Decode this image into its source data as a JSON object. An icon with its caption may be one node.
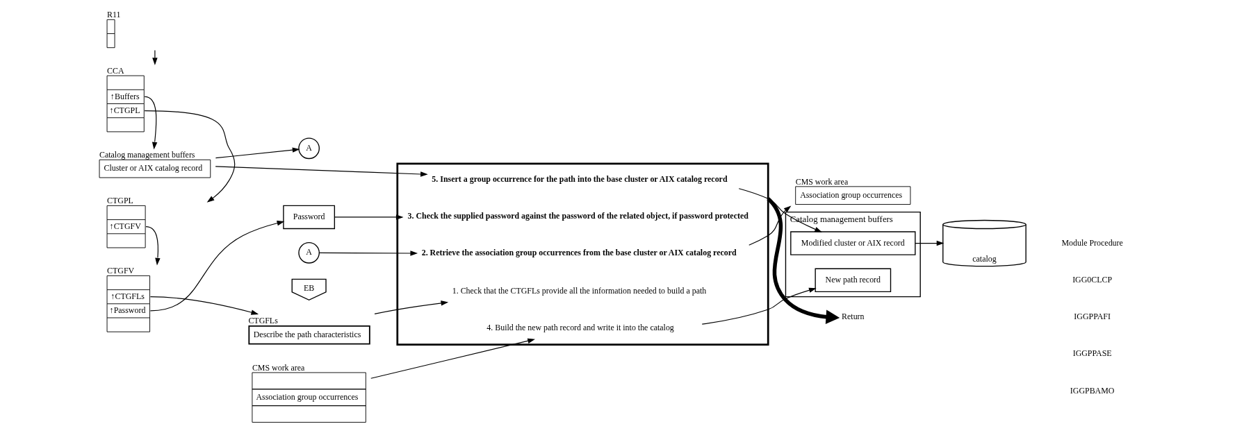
{
  "diagram": {
    "nodes": [
      {
        "text": [
          "R11"
        ]
      },
      {
        "text": [
          "CCA",
          "↑Buffers",
          "↑CTGPL"
        ]
      },
      {
        "text": [
          "CTGPL",
          "↑CTGFV"
        ]
      },
      {
        "text": [
          "CTGFV",
          "↑CTGFLs",
          "↑Password"
        ]
      },
      {
        "text": [
          "Catalog management buffers",
          "Cluster or AIX catalog record"
        ]
      },
      {
        "text": [
          "A"
        ]
      },
      {
        "text": [
          "CTGFLs",
          "Describe the path characteristics"
        ]
      },
      {
        "text": [
          "A"
        ]
      },
      {
        "text": [
          "Password"
        ]
      },
      {
        "text": [
          "CMS work area",
          "Association group occurrences"
        ]
      },
      {
        "text": [
          "EB"
        ]
      },
      {
        "text": [],
        "shape": "box"
      },
      {
        "text": [
          "1. Check that the CTGFLs provide all the information needed to build a path"
        ],
        "in": 11
      },
      {
        "text": [
          "2. Retrieve the association group occurrences from the base cluster or AIX catalog record"
        ],
        "in": 11
      },
      {
        "text": [
          "3. Check the supplied password against the password of the related object, if password protected"
        ],
        "in": 11
      },
      {
        "text": [
          "4. Build the new path record and write it into the catalog"
        ],
        "in": 11
      },
      {
        "text": [
          "5. Insert a group occurrence for the path into the base cluster or AIX catalog record"
        ],
        "in": 11
      },
      {
        "text": [
          "Return"
        ]
      },
      {
        "text": [
          "CMS work area",
          "Association group occurrences"
        ]
      },
      {
        "text": [
          "Catalog management buffers"
        ]
      },
      {
        "text": [
          "New path record"
        ],
        "in": 19
      },
      {
        "text": [
          "Modified cluster or AIX record"
        ],
        "in": 19
      },
      {
        "text": [
          "catalog"
        ]
      }
    ],
    "edges": [
      {
        "from": 0,
        "to": 1,
        "arrow": "to"
      },
      {
        "from": 1,
        "to": 2,
        "arrow": "to"
      },
      {
        "from": 2,
        "to": 3,
        "arrow": "to"
      },
      {
        "from": 3,
        "to": 6,
        "arrow": "to"
      },
      {
        "from": 3,
        "to": 8,
        "arrow": "to"
      },
      {
        "from": 1,
        "to": 4,
        "arrow": "to"
      },
      {
        "from": 4,
        "to": 5,
        "arrow": "to"
      },
      {
        "from": 6,
        "to": 12,
        "arrow": "to"
      },
      {
        "from": 7,
        "to": 13,
        "arrow": "to"
      },
      {
        "from": 8,
        "to": 14,
        "arrow": "to"
      },
      {
        "from": 9,
        "to": 15,
        "arrow": "to"
      },
      {
        "from": 4,
        "to": 16,
        "arrow": "to"
      },
      {
        "from": 11,
        "to": 17,
        "arrow": "to",
        "style": "thick"
      },
      {
        "from": 13,
        "to": 18,
        "arrow": "to"
      },
      {
        "from": 15,
        "to": 20,
        "arrow": "to"
      },
      {
        "from": 16,
        "to": 21,
        "arrow": "to"
      },
      {
        "from": 21,
        "to": 22,
        "arrow": "to"
      }
    ],
    "labels": [
      "Module Procedure",
      "IGG0CLCP",
      "IGGPPAFI",
      "IGGPPASE",
      "IGGPBAMO"
    ]
  }
}
